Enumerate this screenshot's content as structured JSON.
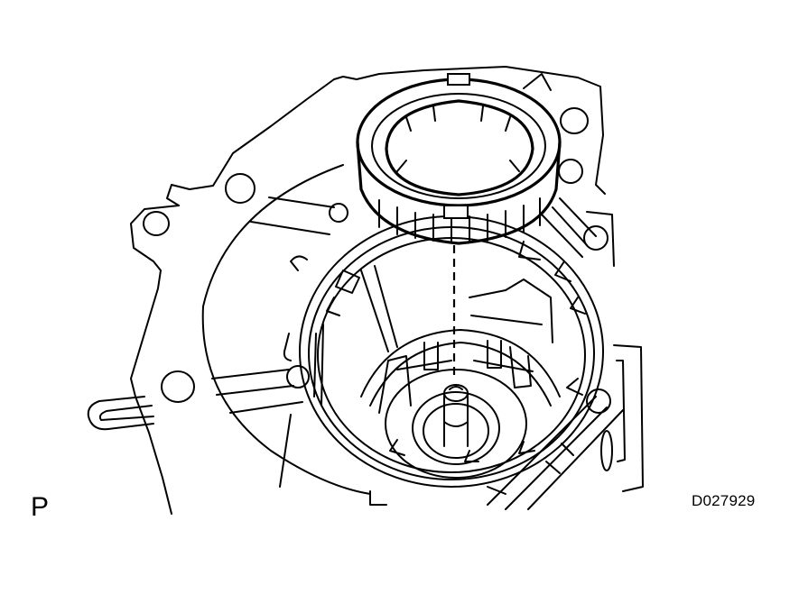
{
  "figure": {
    "view_label": "P",
    "figure_code": "D027929",
    "subject": "transmission case with clutch drum assembly being installed",
    "colors": {
      "line": "#000000",
      "background": "#ffffff"
    }
  }
}
